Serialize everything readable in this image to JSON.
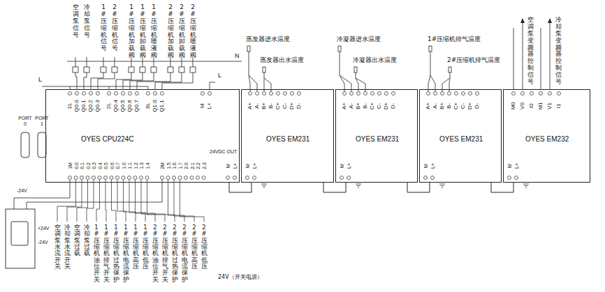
{
  "diagram": {
    "nodes": [
      {
        "text": [
          "OYES CPU224C"
        ]
      },
      {
        "text": [
          "OYES EM231"
        ]
      },
      {
        "text": [
          "OYES EM231"
        ]
      },
      {
        "text": [
          "OYES EM231"
        ]
      },
      {
        "text": [
          "OYES EM232"
        ]
      }
    ],
    "edges": [
      {
        "from": 0,
        "to": 1,
        "arrow": "none"
      },
      {
        "from": 1,
        "to": 2,
        "arrow": "none"
      },
      {
        "from": 2,
        "to": 3,
        "arrow": "none"
      },
      {
        "from": 3,
        "to": 4,
        "arrow": "none"
      }
    ],
    "labels": [
      "空调泵信号",
      "冷却泵信号",
      "1#压缩机信号",
      "2#压缩机信号",
      "1#压缩机加载阀",
      "1#压缩机卸载阀",
      "1#压缩机喷液阀",
      "2#压缩机加载阀",
      "2#压缩机卸载阀",
      "2#压缩机喷液阀",
      "L",
      "N",
      "L",
      "1L",
      "Q0.0",
      "Q0.1",
      "Q0.2",
      "Q0.3",
      "2L",
      "Q0.4",
      "Q0.5",
      "Q0.6",
      "Q0.7",
      "3L",
      "Q1.0",
      "Q1.1",
      "M",
      "L+",
      "1M",
      "0.0",
      "0.1",
      "0.2",
      "0.3",
      "0.4",
      "0.5",
      "0.6",
      "0.7",
      "1.0",
      "1.1",
      "1.2",
      "1.3",
      "1.4",
      "2M",
      "1.5",
      "1.6",
      "1.7",
      "2.0",
      "2.1",
      "2.2",
      "2.3",
      "24VDC OUT",
      "M",
      "L+",
      "PORT 0",
      "PORT 1",
      "A+",
      "A-",
      "B+",
      "B-",
      "C+",
      "C-",
      "D+",
      "D-",
      "A+",
      "A-",
      "B+",
      "B-",
      "C+",
      "C-",
      "D+",
      "D-",
      "A+",
      "A-",
      "B+",
      "B-",
      "C+",
      "C-",
      "D+",
      "D-",
      "M",
      "L+",
      "M",
      "L+",
      "M",
      "L+",
      "M0",
      "V0",
      "I0",
      "M1",
      "V1",
      "I1",
      "M",
      "L+",
      "蒸发器进水温度",
      "蒸发器出水温度",
      "冷凝器进水温度",
      "冷凝器出水温度",
      "1#压缩机排气温度",
      "2#压缩机排气温度",
      "空调泵变频器控制信号",
      "冷却泵变频器控制信号",
      "空调泵水流开关",
      "冷却泵水流开关",
      "空调泵过载",
      "冷却泵过载",
      "1#压缩机油位开关",
      "1#压缩机排气开关",
      "1#压缩机过热保护",
      "1#压缩机电流保护",
      "1#压缩机高压",
      "1#压缩机低压",
      "2#压缩机油位开关",
      "2#压缩机排气开关",
      "2#压缩机过热保护",
      "2#压缩机电流保护",
      "2#压缩机高压",
      "2#压缩机低压",
      "-24V",
      "+24V",
      "-24V",
      "24V（开关电源）"
    ]
  }
}
